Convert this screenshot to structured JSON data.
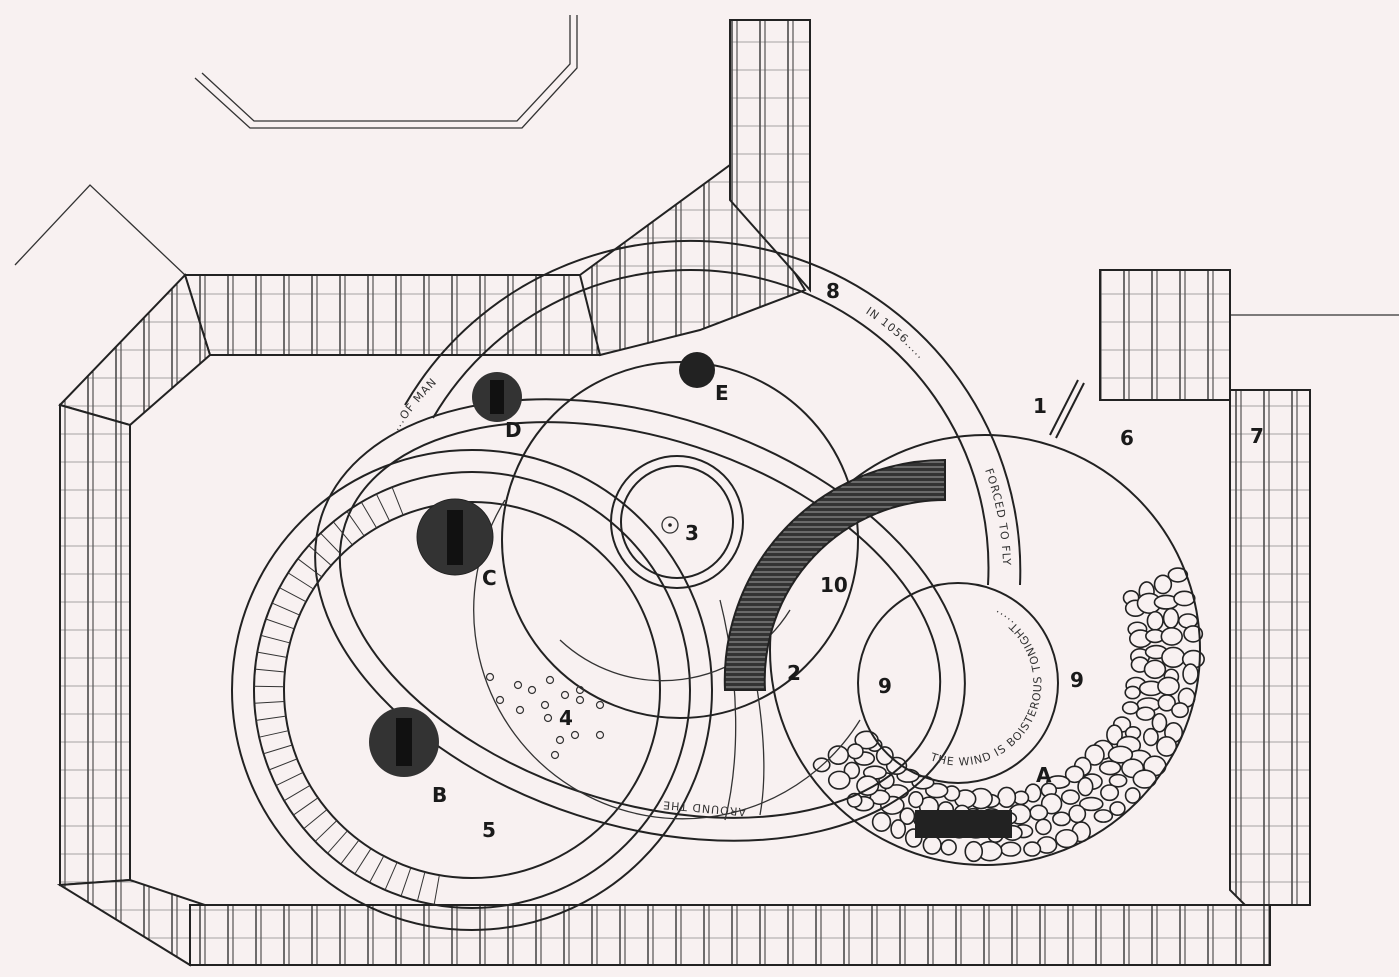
{
  "colors": {
    "paper": "#f8f1f1",
    "ink": "#222222",
    "hatch": "#333333"
  },
  "labels": {
    "n1": "1",
    "n2": "2",
    "n3": "3",
    "n4": "4",
    "n5": "5",
    "n6": "6",
    "n7": "7",
    "n8": "8",
    "n9a": "9",
    "n9b": "9",
    "n10": "10",
    "a": "A",
    "b": "B",
    "c": "C",
    "d": "D",
    "e": "E"
  },
  "inscriptions": {
    "ring_top": "IN 1056.....",
    "ring_right": "FORCED TO FLY",
    "ring_left": "....OF MAN",
    "circle_nine": "THE WIND IS BOISTEROUS TONIGHT.....",
    "ellipse_bottom": "AROUND THE"
  }
}
